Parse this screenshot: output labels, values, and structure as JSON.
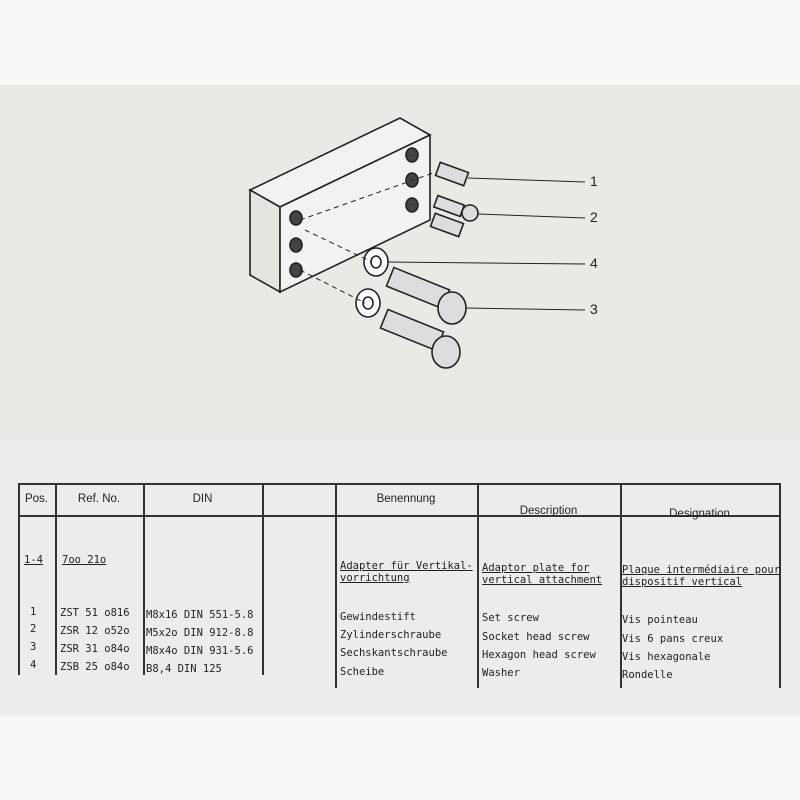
{
  "drawing": {
    "callouts": [
      "1",
      "2",
      "4",
      "3"
    ]
  },
  "table": {
    "headers": [
      "Pos.",
      "Ref. No.",
      "DIN",
      "",
      "Benennung",
      "Description",
      "Designation"
    ],
    "assembly": {
      "pos": "1-4",
      "ref": "7oo 21o",
      "benennung": [
        "Adapter für Vertikal-",
        "vorrichtung"
      ],
      "description": [
        "Adaptor plate for",
        "vertical attachment"
      ],
      "designation": [
        "Plaque intermédiaire pour",
        "dispositif vertical"
      ]
    },
    "rows": [
      {
        "pos": "1",
        "ref": "ZST 51 o816",
        "din": "M8x16 DIN 551-5.8",
        "benennung": "Gewindestift",
        "description": "Set screw",
        "designation": "Vis pointeau"
      },
      {
        "pos": "2",
        "ref": "ZSR 12 o52o",
        "din": "M5x2o DIN 912-8.8",
        "benennung": "Zylinderschraube",
        "description": "Socket head screw",
        "designation": "Vis 6 pans creux"
      },
      {
        "pos": "3",
        "ref": "ZSR 31 o84o",
        "din": "M8x4o DIN 931-5.6",
        "benennung": "Sechskantschraube",
        "description": "Hexagon head screw",
        "designation": "Vis hexagonale"
      },
      {
        "pos": "4",
        "ref": "ZSB 25 o84o",
        "din": "B8,4 DIN 125",
        "benennung": "Scheibe",
        "description": "Washer",
        "designation": "Rondelle"
      }
    ]
  }
}
